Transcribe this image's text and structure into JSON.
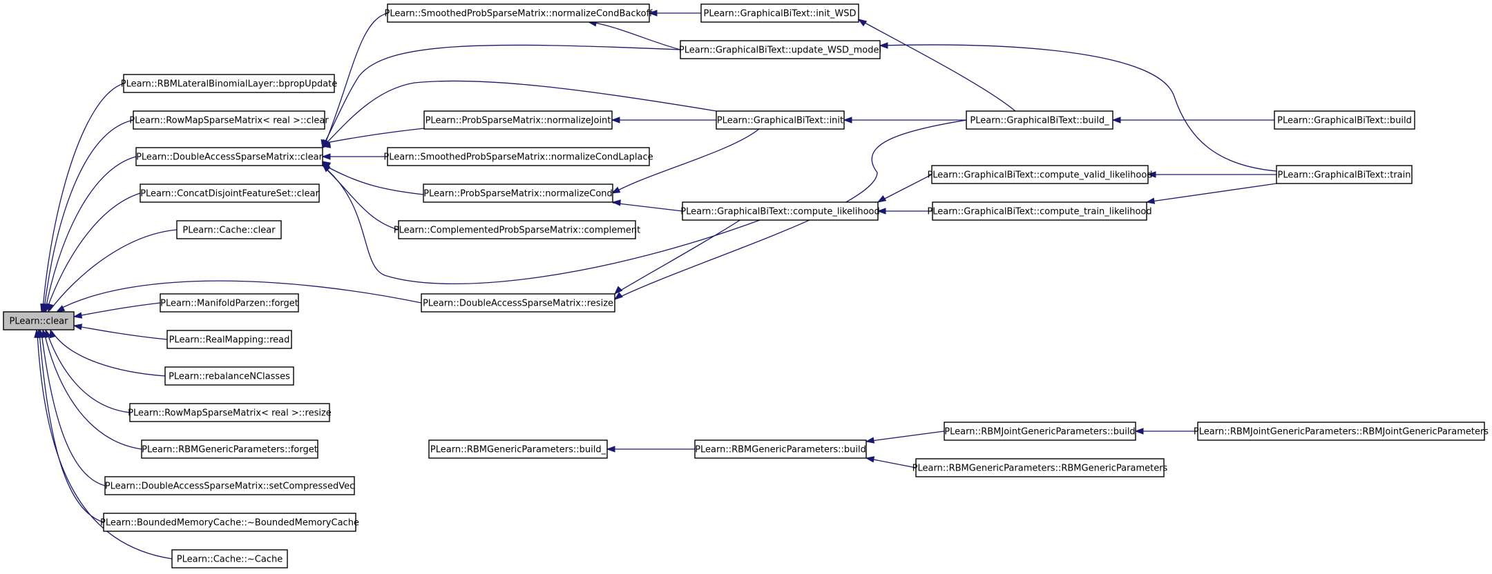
{
  "graph": {
    "nodes": [
      {
        "id": "clear",
        "label": "PLearn::clear",
        "root": true
      },
      {
        "id": "rbmlat",
        "label": "PLearn::RBMLateralBinomialLayer::bpropUpdate"
      },
      {
        "id": "rowmapclear",
        "label": "PLearn::RowMapSparseMatrix< real >::clear"
      },
      {
        "id": "dasmclear",
        "label": "PLearn::DoubleAccessSparseMatrix::clear"
      },
      {
        "id": "concat",
        "label": "PLearn::ConcatDisjointFeatureSet::clear"
      },
      {
        "id": "cacheclear",
        "label": "PLearn::Cache::clear"
      },
      {
        "id": "manifold",
        "label": "PLearn::ManifoldParzen::forget"
      },
      {
        "id": "realmap",
        "label": "PLearn::RealMapping::read"
      },
      {
        "id": "rebalance",
        "label": "PLearn::rebalanceNClasses"
      },
      {
        "id": "rowmapresize",
        "label": "PLearn::RowMapSparseMatrix< real >::resize"
      },
      {
        "id": "rbmgpforget",
        "label": "PLearn::RBMGenericParameters::forget"
      },
      {
        "id": "dasmcompvec",
        "label": "PLearn::DoubleAccessSparseMatrix::setCompressedVec"
      },
      {
        "id": "bmcache",
        "label": "PLearn::BoundedMemoryCache::~BoundedMemoryCache"
      },
      {
        "id": "cachedtor",
        "label": "PLearn::Cache::~Cache"
      },
      {
        "id": "spsmbackoff",
        "label": "PLearn::SmoothedProbSparseMatrix::normalizeCondBackoff"
      },
      {
        "id": "psmjoint",
        "label": "PLearn::ProbSparseMatrix::normalizeJoint"
      },
      {
        "id": "spsmlaplace",
        "label": "PLearn::SmoothedProbSparseMatrix::normalizeCondLaplace"
      },
      {
        "id": "psmcond",
        "label": "PLearn::ProbSparseMatrix::normalizeCond"
      },
      {
        "id": "cpsmcomp",
        "label": "PLearn::ComplementedProbSparseMatrix::complement"
      },
      {
        "id": "dasmresize",
        "label": "PLearn::DoubleAccessSparseMatrix::resize"
      },
      {
        "id": "rbmgpbuild_",
        "label": "PLearn::RBMGenericParameters::build_"
      },
      {
        "id": "gbtinitwsd",
        "label": "PLearn::GraphicalBiText::init_WSD"
      },
      {
        "id": "gbtupdate",
        "label": "PLearn::GraphicalBiText::update_WSD_model"
      },
      {
        "id": "gbtinit",
        "label": "PLearn::GraphicalBiText::init"
      },
      {
        "id": "gbtcomplik",
        "label": "PLearn::GraphicalBiText::compute_likelihood"
      },
      {
        "id": "rbmgpbuild",
        "label": "PLearn::RBMGenericParameters::build"
      },
      {
        "id": "gbtbuild_",
        "label": "PLearn::GraphicalBiText::build_"
      },
      {
        "id": "gbtvalid",
        "label": "PLearn::GraphicalBiText::compute_valid_likelihood"
      },
      {
        "id": "gbttrainlik",
        "label": "PLearn::GraphicalBiText::compute_train_likelihood"
      },
      {
        "id": "rbmjgpbuild",
        "label": "PLearn::RBMJointGenericParameters::build"
      },
      {
        "id": "rbmgpctor",
        "label": "PLearn::RBMGenericParameters::RBMGenericParameters"
      },
      {
        "id": "gbtbuild",
        "label": "PLearn::GraphicalBiText::build"
      },
      {
        "id": "gbttrain",
        "label": "PLearn::GraphicalBiText::train"
      },
      {
        "id": "rbmjgpctor",
        "label": "PLearn::RBMJointGenericParameters::RBMJointGenericParameters"
      }
    ]
  }
}
